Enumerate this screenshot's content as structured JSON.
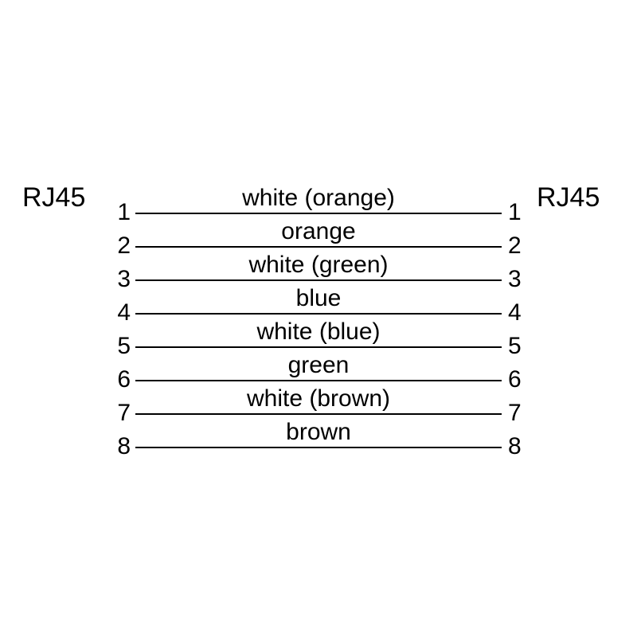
{
  "diagram": {
    "left_connector": "RJ45",
    "right_connector": "RJ45",
    "rows": [
      {
        "pin_left": "1",
        "wire": "white (orange)",
        "pin_right": "1"
      },
      {
        "pin_left": "2",
        "wire": "orange",
        "pin_right": "2"
      },
      {
        "pin_left": "3",
        "wire": "white (green)",
        "pin_right": "3"
      },
      {
        "pin_left": "4",
        "wire": "blue",
        "pin_right": "4"
      },
      {
        "pin_left": "5",
        "wire": "white (blue)",
        "pin_right": "5"
      },
      {
        "pin_left": "6",
        "wire": "green",
        "pin_right": "6"
      },
      {
        "pin_left": "7",
        "wire": "white (brown)",
        "pin_right": "7"
      },
      {
        "pin_left": "8",
        "wire": "brown",
        "pin_right": "8"
      }
    ],
    "colors": {
      "line": "#000000",
      "text": "#000000",
      "background": "#ffffff"
    }
  }
}
